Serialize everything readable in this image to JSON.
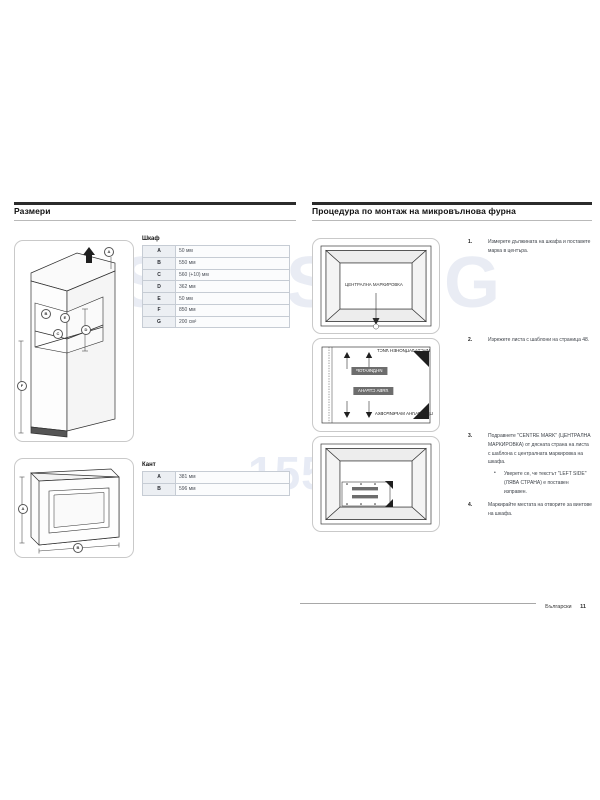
{
  "document": {
    "language": "Bulgarian",
    "footer_label": "Български",
    "page_number": "11"
  },
  "watermarks": {
    "brand": "SAMSUNG",
    "number": "1555332"
  },
  "left_column": {
    "section_title": "Размери",
    "cabinet": {
      "caption": "Шкаф",
      "rows": [
        {
          "key": "A",
          "value": "50 мм"
        },
        {
          "key": "B",
          "value": "550 мм"
        },
        {
          "key": "C",
          "value": "560 (+10) мм"
        },
        {
          "key": "D",
          "value": "362 мм"
        },
        {
          "key": "E",
          "value": "50 мм"
        },
        {
          "key": "F",
          "value": "850 мм"
        },
        {
          "key": "G",
          "value": "200 см²"
        }
      ]
    },
    "trim": {
      "caption": "Кант",
      "rows": [
        {
          "key": "A",
          "value": "381 мм"
        },
        {
          "key": "B",
          "value": "596 мм"
        }
      ]
    },
    "cabinet_figure_callouts": [
      "A",
      "B",
      "C",
      "D",
      "E",
      "F"
    ],
    "trim_figure_callouts": [
      "A",
      "B"
    ]
  },
  "right_column": {
    "section_title": "Процедура по монтаж на микровълнова фурна",
    "steps": [
      {
        "number": "1.",
        "text": "Измерете дължината на шкафа и поставете марка в центъра."
      },
      {
        "number": "2.",
        "text": "Изрежете листа с шаблони на страница 48."
      },
      {
        "number": "3.",
        "text": "Подравнете \"CENTRE MARK\" (ЦЕНТРАЛНА МАРКИРОВКА) от дясната страна на листа с шаблона с централната маркировка на шкафа.",
        "substeps": [
          "Уверете се, че текстът \"LEFT SIDE\" (ЛЯВА СТРАНА) е поставен изправен."
        ]
      },
      {
        "number": "4.",
        "text": "Маркирайте местата на отворите за винтове на шкафа."
      }
    ],
    "figures": {
      "figure_1_label": "ЦЕНТРАЛНА МАРКИРОВКА",
      "figure_2_labels": [
        "ИНСТАЛАЦИОНЕН ЛИСТ",
        "ИНДИКАТОР",
        "ЛЯВА СТРАНА",
        "ЦЕНТРАЛНА МАРКИРОВКА"
      ]
    }
  }
}
